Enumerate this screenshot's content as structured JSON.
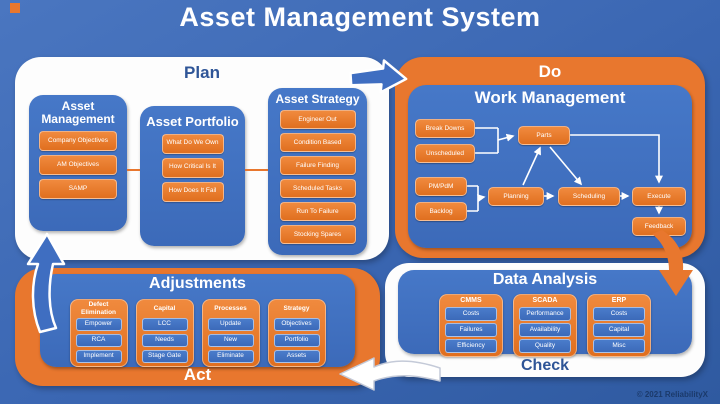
{
  "title": "Asset Management System",
  "footer": "© 2021 ReliabilityX",
  "colors": {
    "background": "#3A66B2",
    "orange": "#E8772E",
    "blue_box": "#4070C2",
    "panel_white": "#FFFFFF",
    "label_blue": "#2F5597"
  },
  "plan": {
    "label": "Plan",
    "groups": [
      {
        "title": "Asset Management",
        "items": [
          "Company Objectives",
          "AM Objectives",
          "SAMP"
        ]
      },
      {
        "title": "Asset Portfolio",
        "items": [
          "What Do We Own",
          "How Critical Is It",
          "How Does It Fail"
        ]
      },
      {
        "title": "Asset Strategy",
        "items": [
          "Engineer Out",
          "Condition Based",
          "Failure Finding",
          "Scheduled Tasks",
          "Run To Failure",
          "Stocking Spares"
        ]
      }
    ]
  },
  "do": {
    "label": "Do",
    "panel_title": "Work Management",
    "nodes": {
      "break_downs": "Break Downs",
      "unscheduled": "Unscheduled",
      "parts": "Parts",
      "pm_pdm": "PM/PdM",
      "backlog": "Backlog",
      "planning": "Planning",
      "scheduling": "Scheduling",
      "execute": "Execute",
      "feedback": "Feedback"
    }
  },
  "check": {
    "label": "Check",
    "panel_title": "Data Analysis",
    "groups": [
      {
        "title": "CMMS",
        "items": [
          "Costs",
          "Failures",
          "Efficiency"
        ]
      },
      {
        "title": "SCADA",
        "items": [
          "Performance",
          "Availability",
          "Quality"
        ]
      },
      {
        "title": "ERP",
        "items": [
          "Costs",
          "Capital",
          "Misc"
        ]
      }
    ]
  },
  "act": {
    "label": "Act",
    "panel_title": "Adjustments",
    "groups": [
      {
        "title": "Defect Elimination",
        "items": [
          "Empower",
          "RCA",
          "Implement"
        ]
      },
      {
        "title": "Capital",
        "items": [
          "LCC",
          "Needs",
          "Stage Gate"
        ]
      },
      {
        "title": "Processes",
        "items": [
          "Update",
          "New",
          "Eliminate"
        ]
      },
      {
        "title": "Strategy",
        "items": [
          "Objectives",
          "Portfolio",
          "Assets"
        ]
      }
    ]
  }
}
